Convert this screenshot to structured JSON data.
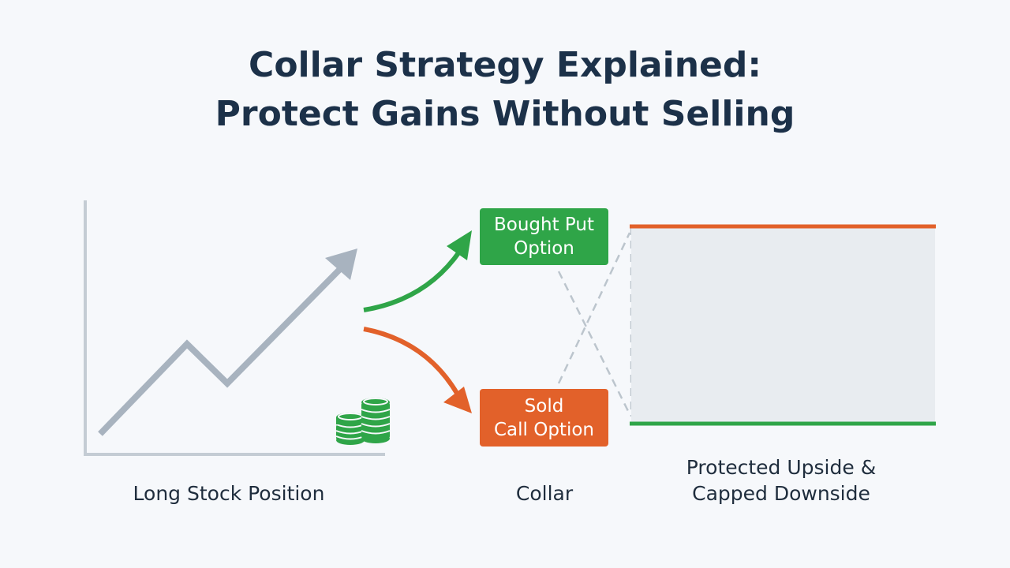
{
  "title": {
    "line1": "Collar Strategy Explained:",
    "line2": "Protect Gains Without Selling"
  },
  "stock": {
    "caption": "Long Stock Position",
    "icon": "coin-stack-icon"
  },
  "collar": {
    "caption": "Collar",
    "put": {
      "line1": "Bought Put",
      "line2": "Option"
    },
    "call": {
      "line1": "Sold",
      "line2": "Call Option"
    }
  },
  "outcome": {
    "line1": "Protected Upside &",
    "line2": "Capped Downside"
  },
  "colors": {
    "title": "#1c3149",
    "put": "#2fa548",
    "call": "#e2612a",
    "stock_line": "#a8b3bf",
    "axis": "#c4ccd4",
    "band": "#e8ecf0",
    "dashed": "#bcc5cd"
  }
}
